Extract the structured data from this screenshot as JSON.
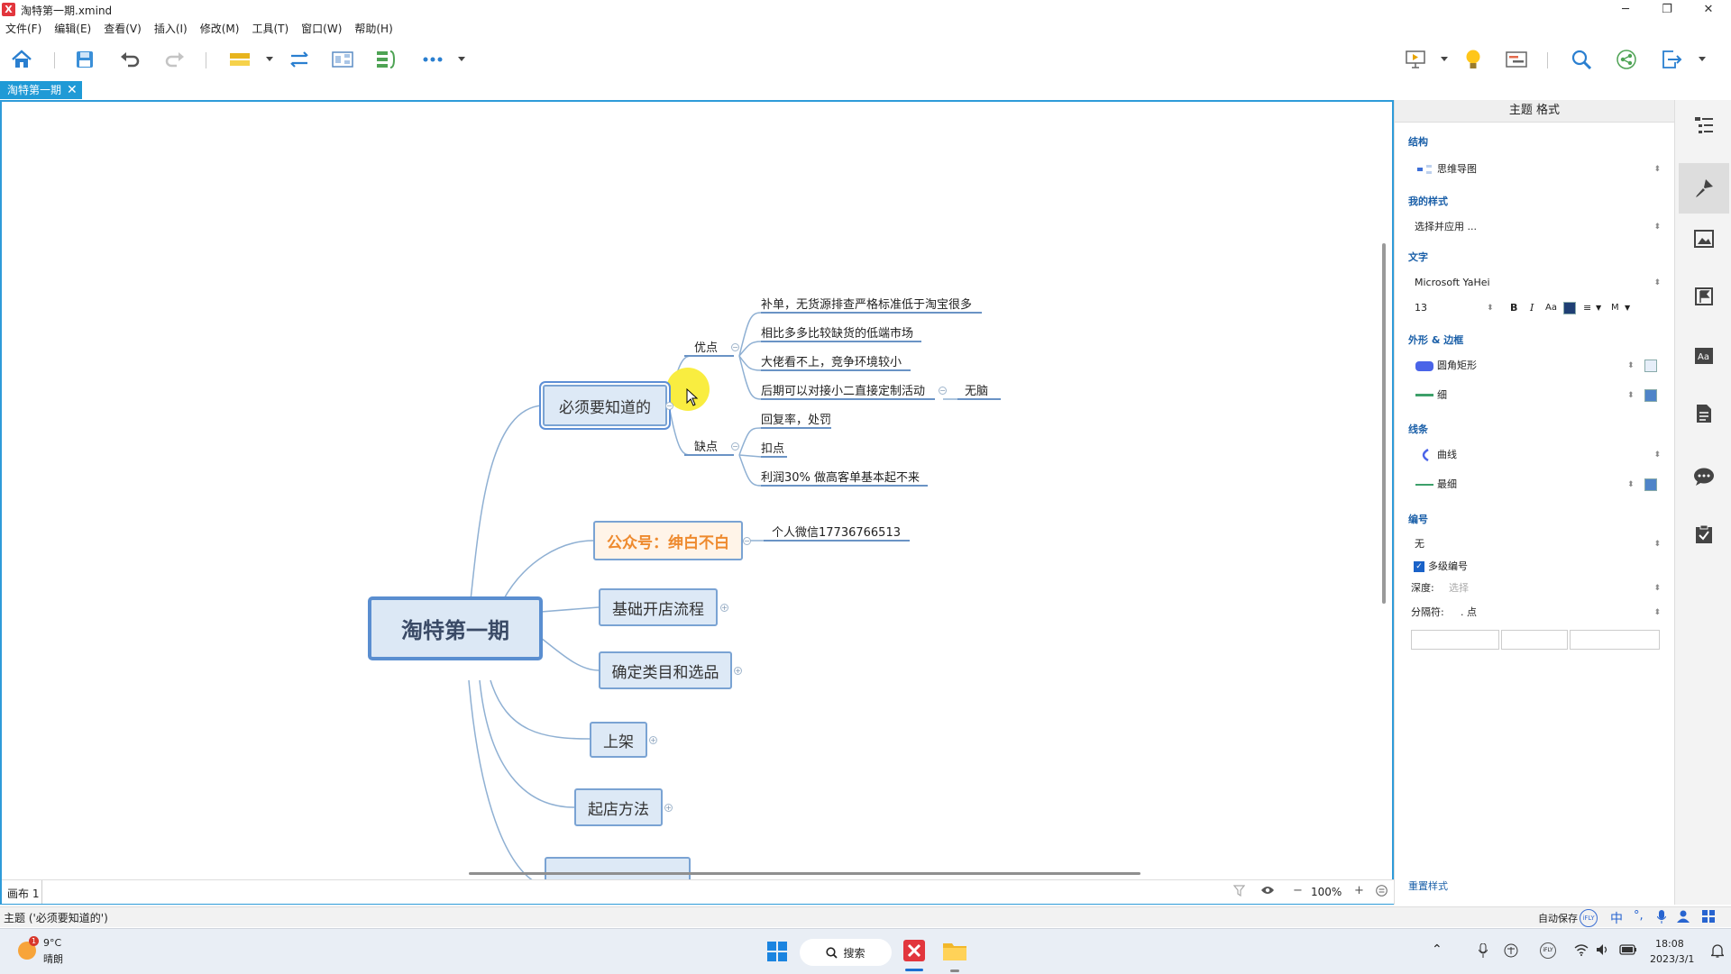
{
  "window": {
    "title": "淘特第一期.xmind",
    "logo_glyph": "X",
    "controls": {
      "minimize": "─",
      "maximize": "❐",
      "close": "✕"
    }
  },
  "menu": {
    "items": [
      "文件(F)",
      "编辑(E)",
      "查看(V)",
      "插入(I)",
      "修改(M)",
      "工具(T)",
      "窗口(W)",
      "帮助(H)"
    ]
  },
  "tabs": {
    "document": {
      "label": "淘特第一期",
      "close": "✕"
    }
  },
  "mindmap": {
    "root": "淘特第一期",
    "topics": {
      "must_know": "必须要知道的",
      "wechat_public": "公众号：绅白不白",
      "shop_process": "基础开店流程",
      "category": "确定类目和选品",
      "listing": "上架",
      "methods": "起店方法"
    },
    "pros_label": "优点",
    "cons_label": "缺点",
    "pros": [
      "补单，无货源排查严格标准低于淘宝很多",
      "相比多多比较缺货的低端市场",
      "大佬看不上，竞争环境较小",
      "后期可以对接小二直接定制活动"
    ],
    "pros_extra": "无脑",
    "cons": [
      "回复率，处罚",
      "扣点",
      "利润30% 做高客单基本起不来"
    ],
    "wechat_child": "个人微信17736766513",
    "collapse_minus": "−",
    "collapse_plus": "+"
  },
  "canvas_footer": {
    "sheet_label": "画布 1",
    "zoom": "100%",
    "zoom_out": "−",
    "zoom_in": "+"
  },
  "panel": {
    "title": "主题 格式",
    "sections": {
      "structure": "结构",
      "my_style": "我的样式",
      "text": "文字",
      "shape_border": "外形 & 边框",
      "line": "线条",
      "numbering": "编号"
    },
    "structure_value": "思维导图",
    "my_style_value": "选择并应用 ...",
    "font_family": "Microsoft YaHei",
    "font_size": "13",
    "text_buttons": {
      "bold": "B",
      "italic": "I",
      "case": "Aa",
      "align": "≡",
      "more": "M"
    },
    "shape_value": "圆角矩形",
    "border_value": "细",
    "line_shape": "曲线",
    "line_width": "最细",
    "numbering_value": "无",
    "multi_level_label": "多级编号",
    "depth_label": "深度:",
    "depth_placeholder": "选择",
    "separator_label": "分隔符:",
    "separator_value": ". 点",
    "reset_label": "重置样式",
    "colors": {
      "text": "#1f3f74",
      "shape_fill": "#e6eef9",
      "border": "#4f84c9",
      "line": "#4f84c9",
      "accent": "#4a64e8"
    }
  },
  "status": {
    "text": "主题 ('必须要知道的')",
    "autosave": "自动保存"
  },
  "taskbar": {
    "weather_temp": "9°C",
    "weather_desc": "晴朗",
    "weather_badge": "1",
    "search_label": "搜索",
    "ime_label": "中",
    "time": "18:08",
    "date": "2023/3/1"
  }
}
